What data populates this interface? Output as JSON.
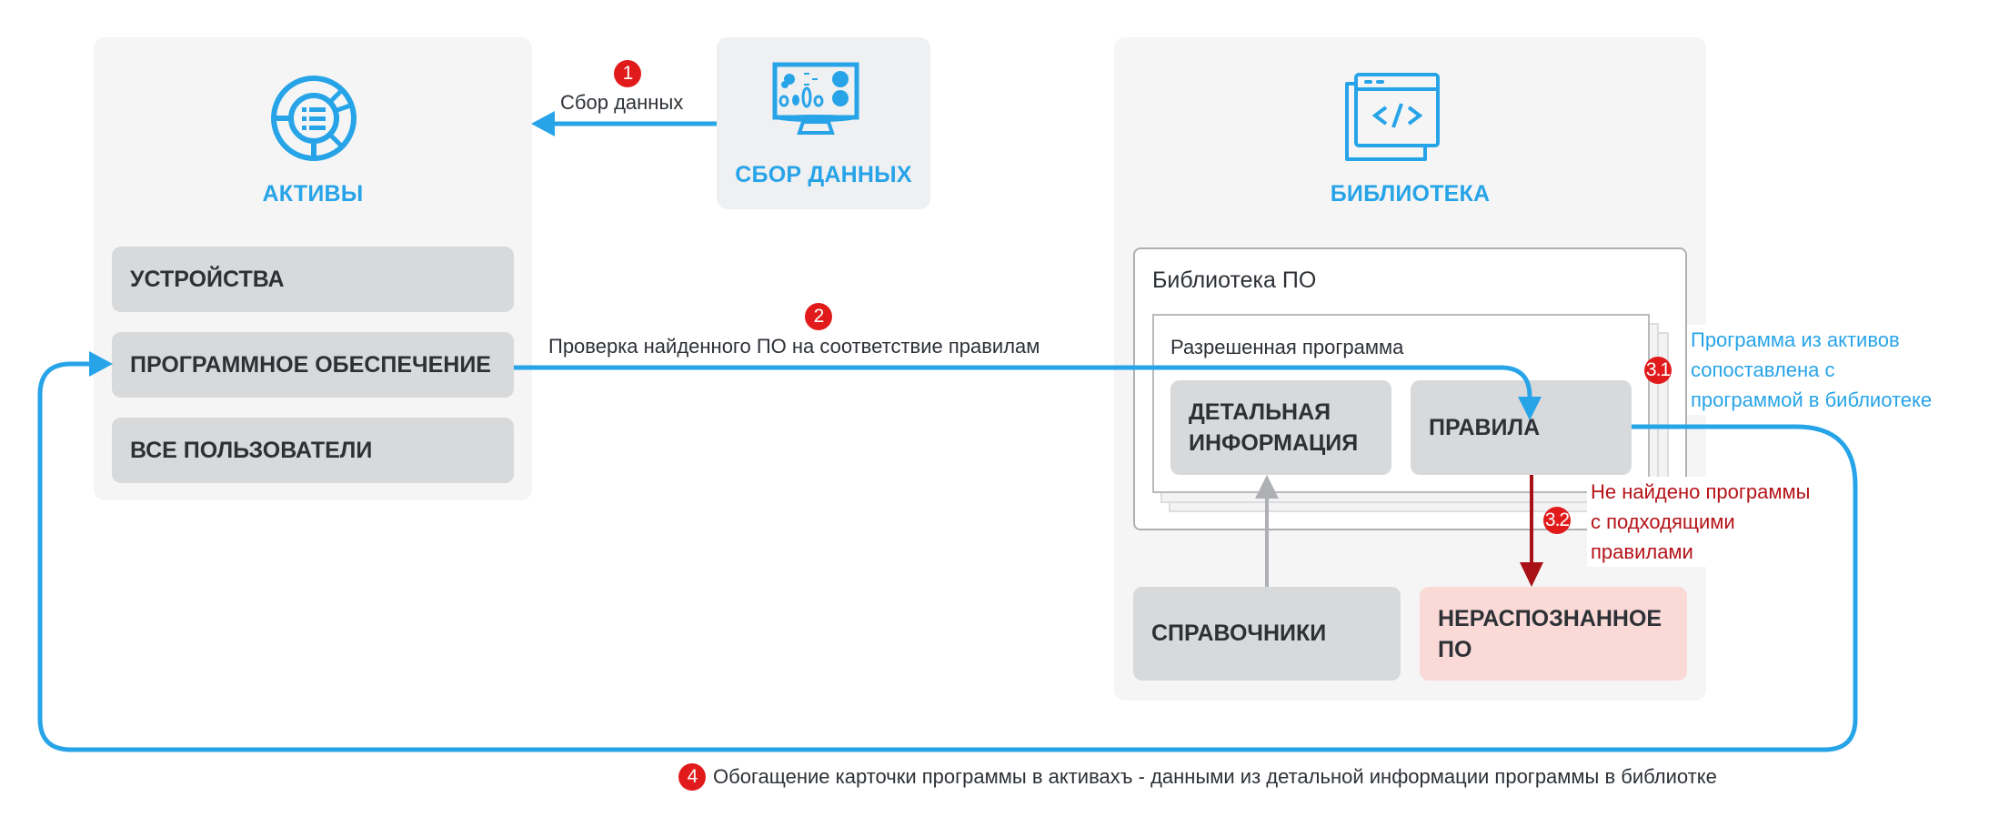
{
  "colors": {
    "accent_blue": "#27a4e8",
    "badge_red": "#e11b1b",
    "error_red": "#b51218",
    "panel_bg": "#f5f5f5",
    "item_bg": "#d8d9db",
    "unrecognized_bg": "#fad9d7",
    "gray_arrow": "#aeb0b3"
  },
  "assets": {
    "icon": "assets-dashboard-icon",
    "title": "АКТИВЫ",
    "items": [
      {
        "label": "УСТРОЙСТВА"
      },
      {
        "label": "ПРОГРАММНОЕ ОБЕСПЕЧЕНИЕ"
      },
      {
        "label": "ВСЕ ПОЛЬЗОВАТЕЛИ"
      }
    ]
  },
  "collection": {
    "icon": "monitor-dashboard-icon",
    "title": "СБОР ДАННЫХ"
  },
  "library": {
    "icon": "code-window-icon",
    "title": "БИБЛИОТЕКА",
    "software_library": {
      "title": "Библиотека ПО",
      "allowed_program": {
        "title": "Разрешенная программа",
        "detail_label_line1": "ДЕТАЛЬНАЯ",
        "detail_label_line2": "ИНФОРМАЦИЯ",
        "rules_label": "ПРАВИЛА"
      }
    },
    "references_label": "СПРАВОЧНИКИ",
    "unrecognized_line1": "НЕРАСПОЗНАННОЕ",
    "unrecognized_line2": "ПО"
  },
  "steps": [
    {
      "badge": "1",
      "label": "Сбор данных"
    },
    {
      "badge": "2",
      "label": "Проверка найденного ПО на соответствие правилам"
    },
    {
      "badge": "3.1",
      "lines": [
        "Программа из активов",
        "сопоставлена с",
        "программой в библиотеке"
      ]
    },
    {
      "badge": "3.2",
      "lines": [
        "Не найдено программы",
        "с подходящими",
        "правилами"
      ]
    },
    {
      "badge": "4",
      "label": "Обогащение карточки программы в активахъ - данными из детальной информации программы в библиотке"
    }
  ]
}
